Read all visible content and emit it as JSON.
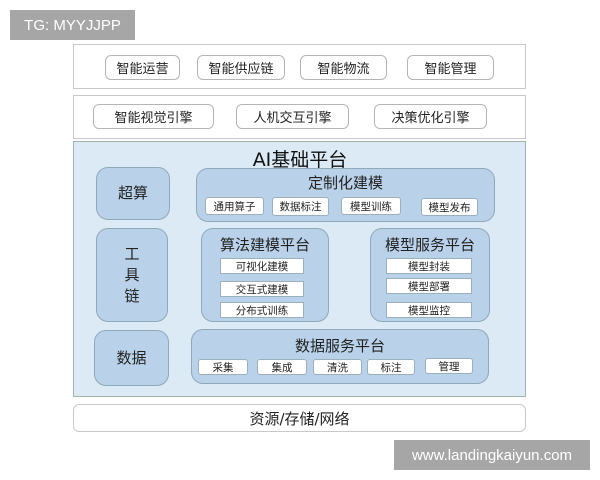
{
  "watermarks": {
    "top_left": "TG: MYYJJPP",
    "bottom_right": "www.landingkaiyun.com"
  },
  "application_layer": {
    "items": [
      "智能运营",
      "智能供应链",
      "智能物流",
      "智能管理"
    ]
  },
  "engine_layer": {
    "items": [
      "智能视觉引擎",
      "人机交互引擎",
      "决策优化引擎"
    ]
  },
  "ai_platform": {
    "title": "AI基础平台",
    "side_blocks": {
      "supercomputing": "超算",
      "toolchain": [
        "工",
        "具",
        "链"
      ],
      "data": "数据"
    },
    "custom_modeling": {
      "title": "定制化建模",
      "items": [
        "通用算子",
        "数据标注",
        "模型训练",
        "模型发布"
      ]
    },
    "algorithm_modeling": {
      "title": "算法建模平台",
      "items": [
        "可视化建模",
        "交互式建模",
        "分布式训练"
      ]
    },
    "model_service": {
      "title": "模型服务平台",
      "items": [
        "模型封装",
        "模型部署",
        "模型监控"
      ]
    },
    "data_service": {
      "title": "数据服务平台",
      "items": [
        "采集",
        "集成",
        "清洗",
        "标注",
        "管理"
      ]
    }
  },
  "infrastructure_layer": {
    "label": "资源/存储/网络"
  },
  "colors": {
    "platform_bg": "#dceaf5",
    "block_bg": "#b9d2ea",
    "watermark_bg": "#a6a6a6"
  }
}
